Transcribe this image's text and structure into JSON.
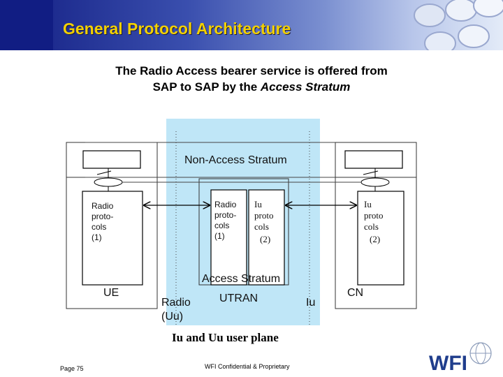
{
  "slide": {
    "title": "General Protocol Architecture",
    "subtitle_line1": "The Radio Access bearer service is offered from",
    "subtitle_line2_plain": "SAP to SAP by the ",
    "subtitle_line2_italic": "Access Stratum",
    "caption": "Iu and Uu user plane",
    "page_label": "Page 75",
    "confidential": "WFI Confidential & Proprietary"
  },
  "logo": {
    "text": "WFI"
  },
  "diagram": {
    "non_access_stratum": "Non-Access Stratum",
    "access_stratum": "Access Stratum",
    "utran": "UTRAN",
    "ue": "UE",
    "cn": "CN",
    "radio_interface": [
      "Radio",
      "(Uu)"
    ],
    "iu_interface": "Iu",
    "ue_protocols": [
      "Radio",
      "proto-",
      "cols",
      "(1)"
    ],
    "utran_radio_protocols": [
      "Radio",
      "proto-",
      "cols",
      "(1)"
    ],
    "utran_iu_protocols": [
      "Iu",
      "proto",
      "cols",
      "(2)"
    ],
    "cn_protocols": [
      "Iu",
      "proto",
      "cols",
      "(2)"
    ]
  },
  "colors": {
    "title": "#f2d000",
    "header_bar": "#111d83",
    "utran_band": "#bfe6f7",
    "logo_blue": "#1f3d8c"
  }
}
